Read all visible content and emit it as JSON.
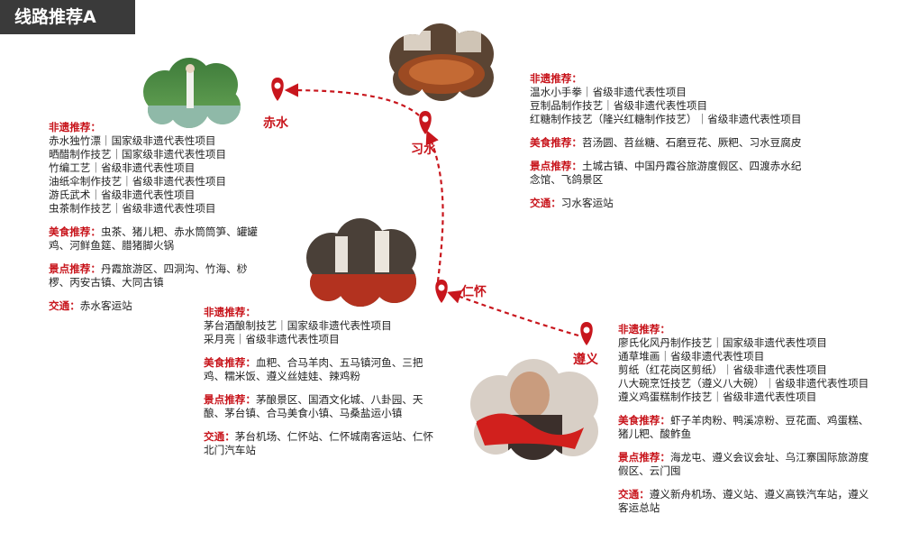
{
  "title": "线路推荐A",
  "colors": {
    "accent": "#c8161d",
    "title_bg": "#3a3a3a"
  },
  "labels": {
    "heritage": "非遗推荐：",
    "food": "美食推荐：",
    "scenic": "景点推荐：",
    "transport": "交通："
  },
  "cities": {
    "chishui": {
      "name": "赤水",
      "heritage": [
        "赤水独竹漂｜国家级非遗代表性项目",
        "晒醋制作技艺｜国家级非遗代表性项目",
        "竹编工艺｜省级非遗代表性项目",
        "油纸伞制作技艺｜省级非遗代表性项目",
        "游氏武术｜省级非遗代表性项目",
        "虫茶制作技艺｜省级非遗代表性项目"
      ],
      "food": [
        "虫茶、猪儿粑、赤水筒筒笋、罐罐",
        "鸡、河鲜鱼筵、腊猪脚火锅"
      ],
      "scenic": [
        "丹霞旅游区、四洞沟、竹海、桫",
        "椤、丙安古镇、大同古镇"
      ],
      "transport": "赤水客运站"
    },
    "xishui": {
      "name": "习水",
      "heritage": [
        "温水小手拳｜省级非遗代表性项目",
        "豆制品制作技艺｜省级非遗代表性项目",
        "红糖制作技艺（隆兴红糖制作技艺）｜省级非遗代表性项目"
      ],
      "food": [
        "苕汤圆、苕丝糖、石磨豆花、厥粑、习水豆腐皮"
      ],
      "scenic": [
        "土城古镇、中国丹霞谷旅游度假区、四渡赤水纪",
        "念馆、飞鸽景区"
      ],
      "transport": "习水客运站"
    },
    "renhuai": {
      "name": "仁怀",
      "heritage": [
        "茅台酒酿制技艺｜国家级非遗代表性项目",
        "采月亮｜省级非遗代表性项目"
      ],
      "food": [
        "血粑、合马羊肉、五马镇河鱼、三把",
        "鸡、糯米饭、遵义丝娃娃、辣鸡粉"
      ],
      "scenic": [
        "茅酿景区、国酒文化城、八卦园、天",
        "酿、茅台镇、合马美食小镇、马桑盐运小镇"
      ],
      "transport": [
        "茅台机场、仁怀站、仁怀城南客运站、仁怀",
        "北门汽车站"
      ]
    },
    "zunyi": {
      "name": "遵义",
      "heritage": [
        "廖氏化风丹制作技艺｜国家级非遗代表性项目",
        "通草堆画｜省级非遗代表性项目",
        "剪纸（红花岗区剪纸）｜省级非遗代表性项目",
        "八大碗烹饪技艺（遵义八大碗）｜省级非遗代表性项目",
        "遵义鸡蛋糕制作技艺｜省级非遗代表性项目"
      ],
      "food": [
        "虾子羊肉粉、鸭溪凉粉、豆花面、鸡蛋糕、",
        "猪儿粑、酸鲊鱼"
      ],
      "scenic": [
        "海龙屯、遵义会议会址、乌江寨国际旅游度",
        "假区、云门囤"
      ],
      "transport": [
        "遵义新舟机场、遵义站、遵义高铁汽车站，遵义",
        "客运总站"
      ]
    }
  }
}
